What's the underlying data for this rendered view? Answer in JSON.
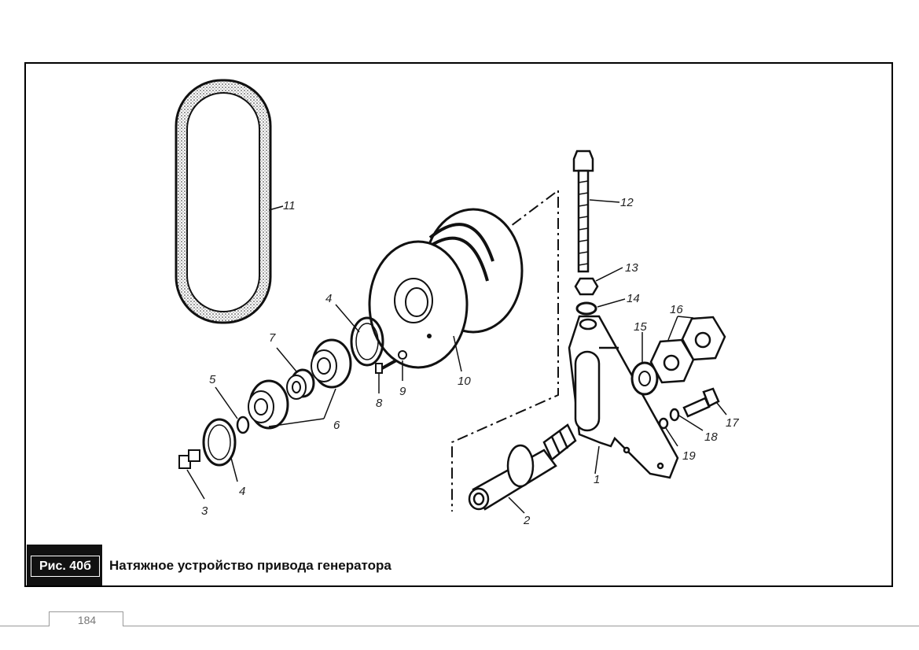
{
  "figure": {
    "tag": "Рис. 40б",
    "title": "Натяжное устройство привода генератора",
    "callouts": [
      "1",
      "2",
      "3",
      "4",
      "4",
      "5",
      "6",
      "7",
      "8",
      "9",
      "10",
      "11",
      "12",
      "13",
      "14",
      "15",
      "16",
      "17",
      "18",
      "19"
    ]
  },
  "footer": {
    "page_number": "184"
  }
}
